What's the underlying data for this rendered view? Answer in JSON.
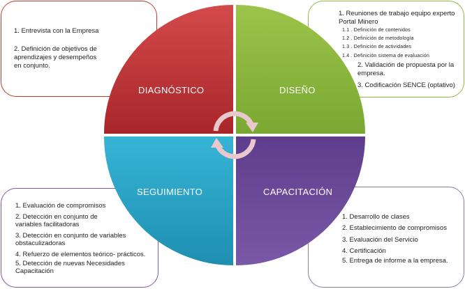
{
  "quadrants": {
    "diagnostico": {
      "label": "DIAGNÓSTICO",
      "color": "#b8282c"
    },
    "diseno": {
      "label": "DISEÑO",
      "color": "#8ab43a"
    },
    "seguimiento": {
      "label": "SEGUIMIENTO",
      "color": "#2aa3c7"
    },
    "capacitacion": {
      "label": "CAPACITACIÓN",
      "color": "#6a4a98"
    }
  },
  "boxes": {
    "diagnostico": [
      "1. Entrevista con la Empresa",
      "2. Definición de objetivos de",
      "aprendizajes y desempeños",
      "en conjunto."
    ],
    "diseno": {
      "item1": [
        "1.  Reuniones de trabajo equipo experto",
        "Portal Minero"
      ],
      "subitems": [
        "1.1 . Definición de contenidos",
        "1.2 . Definición de metodología",
        "1.3 . Definición de actividades",
        "1.4 . Definición sistema de evaluación"
      ],
      "item2": [
        "2.  Validación de propuesta por la",
        "empresa."
      ],
      "item3": "3. Codificación SENCE (optativo)"
    },
    "seguimiento": [
      "1. Evaluación de compromisos",
      "2. Detección en conjunto de",
      "variables facilitadoras",
      "3. Detección en conjunto de variables",
      "obstaculizadoras",
      "4. Refuerzo de elementos teórico- prácticos.",
      "5. Detección de nuevas Necesidades",
      "Capacitación"
    ],
    "capacitacion": [
      "1. Desarrollo de clases",
      "2. Establecimiento de compromisos",
      "3. Evaluación del Servicio",
      "4. Certificación",
      "5. Entrega de informe a la empresa."
    ]
  }
}
